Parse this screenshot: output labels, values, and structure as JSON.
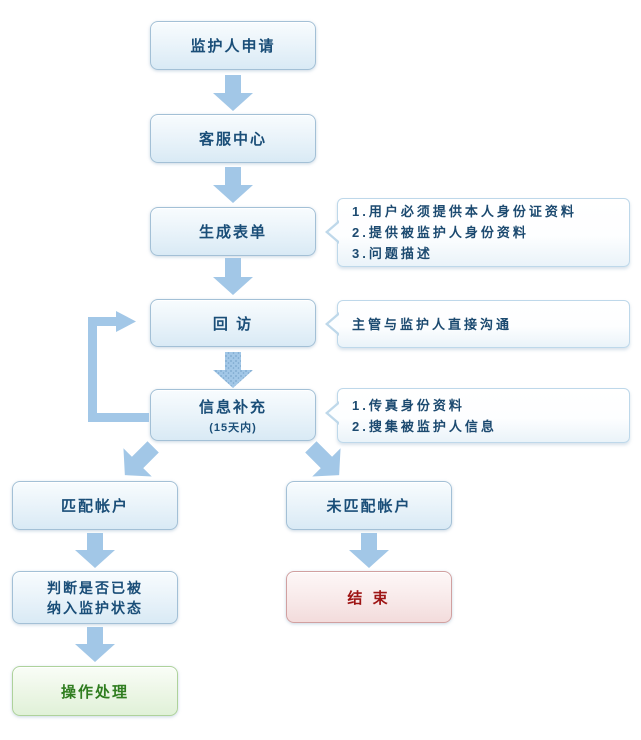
{
  "colors": {
    "box-border": "#a3c0d6",
    "box-text": "#1a4e78",
    "note-border": "#bed8ea",
    "note-text": "#1c4a70",
    "arrow": "#a2c7e7",
    "arrow-speckle": "#7ba6cc",
    "green-border": "#aed29b",
    "green-text": "#2f7d1f",
    "red-border": "#d1a0a0",
    "red-text": "#9e1414"
  },
  "flow": {
    "boxes": {
      "guardian_apply": {
        "label": "监护人申请"
      },
      "service_center": {
        "label": "客服中心"
      },
      "generate_form": {
        "label": "生成表单"
      },
      "follow_up": {
        "label": "回 访"
      },
      "info_supplement": {
        "label": "信息补充",
        "sublabel": "(15天内)"
      },
      "matched_account": {
        "label": "匹配帐户"
      },
      "unmatched_account": {
        "label": "未匹配帐户"
      },
      "guardianship_check": {
        "line1": "判断是否已被",
        "line2": "纳入监护状态"
      },
      "end": {
        "label": "结 束"
      },
      "operation": {
        "label": "操作处理"
      }
    },
    "notes": {
      "generate_form": {
        "lines": [
          "1.用户必须提供本人身份证资料",
          "2.提供被监护人身份资料",
          "3.问题描述"
        ]
      },
      "follow_up": {
        "lines": [
          "主管与监护人直接沟通"
        ]
      },
      "info_supplement": {
        "lines": [
          "1.传真身份资料",
          "2.搜集被监护人信息"
        ]
      }
    }
  }
}
